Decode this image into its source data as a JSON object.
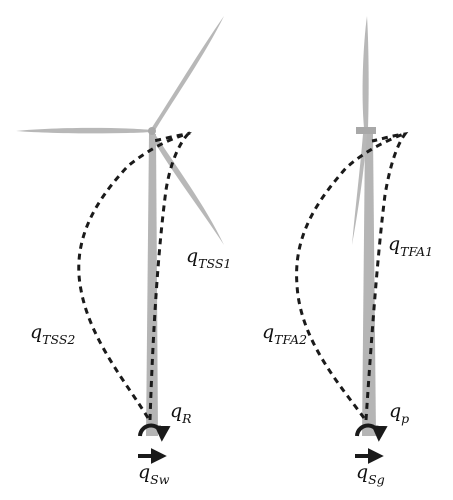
{
  "colors": {
    "tower": "#b5b5b5",
    "blade": "#b8b8b8",
    "mode_line": "#1a1a1a",
    "arrow": "#1a1a1a",
    "text": "#111111"
  },
  "left_turbine": {
    "labels": {
      "tss1": {
        "main": "q",
        "sub": "TSS1"
      },
      "tss2": {
        "main": "q",
        "sub": "TSS2"
      },
      "rotation": {
        "main": "q",
        "sub": "R"
      },
      "sway": {
        "main": "q",
        "sub": "Sw"
      }
    }
  },
  "right_turbine": {
    "labels": {
      "tfa1": {
        "main": "q",
        "sub": "TFA1"
      },
      "tfa2": {
        "main": "q",
        "sub": "TFA2"
      },
      "pitch": {
        "main": "q",
        "sub": "p"
      },
      "surge": {
        "main": "q",
        "sub": "Sg"
      }
    }
  }
}
